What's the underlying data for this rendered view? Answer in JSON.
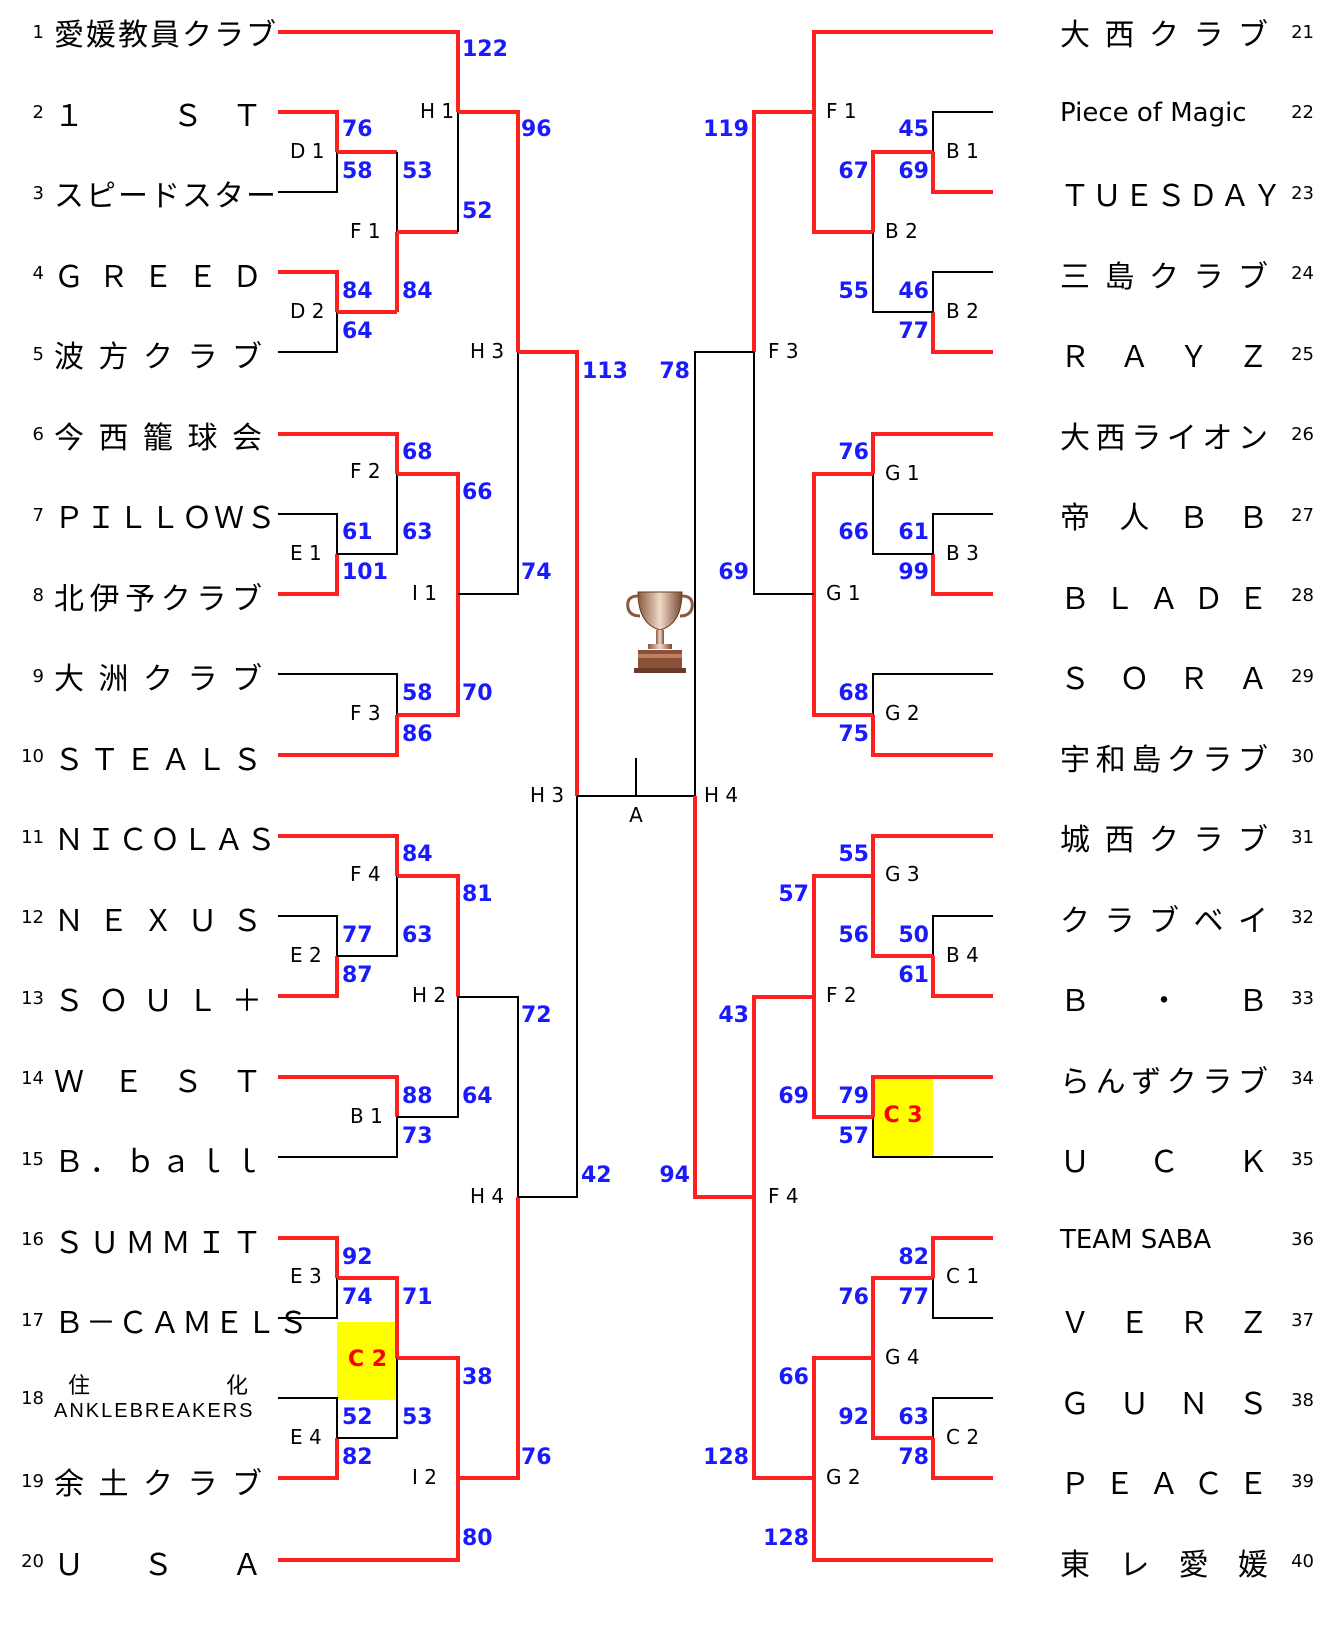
{
  "left_teams": [
    {
      "num": "1",
      "name": "愛媛教員クラブ"
    },
    {
      "num": "2",
      "name": "１　ＳＴ"
    },
    {
      "num": "3",
      "name": "スピードスター"
    },
    {
      "num": "4",
      "name": "ＧＲＥＥＤ"
    },
    {
      "num": "5",
      "name": "波方クラブ"
    },
    {
      "num": "6",
      "name": "今西籠球会"
    },
    {
      "num": "7",
      "name": "ＰＩＬＬＯＷＳ"
    },
    {
      "num": "8",
      "name": "北伊予クラブ"
    },
    {
      "num": "9",
      "name": "大洲クラブ"
    },
    {
      "num": "10",
      "name": "ＳＴＥＡＬＳ"
    },
    {
      "num": "11",
      "name": "ＮＩＣＯＬＡＳ"
    },
    {
      "num": "12",
      "name": "ＮＥＸＵＳ"
    },
    {
      "num": "13",
      "name": "ＳＯＵＬ＋"
    },
    {
      "num": "14",
      "name": "ＷＥＳＴ"
    },
    {
      "num": "15",
      "name": "Ｂ．ｂａｌｌ"
    },
    {
      "num": "16",
      "name": "ＳＵＭＭＩＴ"
    },
    {
      "num": "17",
      "name": "Ｂ－ＣＡＭＥＬＳ"
    },
    {
      "num": "18",
      "name_line1a": "住",
      "name_line1b": "化",
      "name_line2": "ANKLEBREAKERS"
    },
    {
      "num": "19",
      "name": "余土クラブ"
    },
    {
      "num": "20",
      "name": "ＵＳＡ"
    }
  ],
  "right_teams": [
    {
      "num": "21",
      "name": "大西クラブ"
    },
    {
      "num": "22",
      "name": "Piece of Magic"
    },
    {
      "num": "23",
      "name": "ＴＵＥＳＤＡＹ"
    },
    {
      "num": "24",
      "name": "三島クラブ"
    },
    {
      "num": "25",
      "name": "ＲＡＹＺ"
    },
    {
      "num": "26",
      "name": "大西ライオン"
    },
    {
      "num": "27",
      "name": "帝人ＢＢ"
    },
    {
      "num": "28",
      "name": "ＢＬＡＤＥ"
    },
    {
      "num": "29",
      "name": "ＳＯＲＡ"
    },
    {
      "num": "30",
      "name": "宇和島クラブ"
    },
    {
      "num": "31",
      "name": "城西クラブ"
    },
    {
      "num": "32",
      "name": "クラブベイ"
    },
    {
      "num": "33",
      "name": "Ｂ・Ｂ"
    },
    {
      "num": "34",
      "name": "らんずクラブ"
    },
    {
      "num": "35",
      "name": "ＵＣＫ"
    },
    {
      "num": "36",
      "name": "TEAM SABA"
    },
    {
      "num": "37",
      "name": "ＶＥＲＺ"
    },
    {
      "num": "38",
      "name": "ＧＵＮＳ"
    },
    {
      "num": "39",
      "name": "ＰＥＡＣＥ"
    },
    {
      "num": "40",
      "name": "東レ愛媛"
    }
  ],
  "court_labels": {
    "D1": "D 1",
    "D2": "D 2",
    "F1": "F 1",
    "H1": "H 1",
    "H3": "H 3",
    "F2": "F 2",
    "E1": "E 1",
    "I1": "I 1",
    "F3": "F 3",
    "F4": "F 4",
    "E2": "E 2",
    "H2": "H 2",
    "B1": "B 1",
    "H4": "H 4",
    "E3": "E 3",
    "C2": "C 2",
    "E4": "E 4",
    "I2": "I 2",
    "A": "A",
    "final_left": "H 3",
    "final_right": "H 4",
    "rF1": "F 1",
    "rB1": "B 1",
    "rB2a": "B 2",
    "rB2b": "B 2",
    "rF3": "F 3",
    "rG1a": "G 1",
    "rB3": "B 3",
    "rG1b": "G 1",
    "rG2a": "G 2",
    "rG3": "G 3",
    "rB4": "B 4",
    "rF2": "F 2",
    "rC3": "C 3",
    "rF4": "F 4",
    "rC1": "C 1",
    "rG4": "G 4",
    "rC2": "C 2",
    "rG2b": "G 2"
  },
  "scores": {
    "l_r1_1": "122",
    "l_r1_2": "76",
    "l_r1_3": "58",
    "l_r2_23": "53",
    "l_qf_top": "96",
    "l_r2_45a": "84",
    "l_r1_4": "84",
    "l_r1_5": "64",
    "l_qf_b": "52",
    "l_sf_top": "113",
    "l_r1_6": "68",
    "l_r2_67": "66",
    "l_r1_7": "61",
    "l_r2_78": "63",
    "l_r1_8": "101",
    "l_qf_c": "74",
    "l_r1_9": "58",
    "l_r2_910": "70",
    "l_r1_10": "86",
    "l_r1_11": "84",
    "l_r2_11": "81",
    "l_r1_12": "77",
    "l_r2_1213": "63",
    "l_r1_13": "87",
    "l_qf_d": "72",
    "l_r1_14": "88",
    "l_r2_1415": "64",
    "l_r1_15": "73",
    "l_sf_bot": "42",
    "l_r1_16": "92",
    "l_r1_17": "74",
    "l_r2_1617": "71",
    "l_r2_c2": "38",
    "l_r1_18": "52",
    "l_r2_1819": "53",
    "l_r1_19": "82",
    "l_qf_e": "76",
    "l_r1_20": "80",
    "r_qf_top": "119",
    "r_r1_22": "45",
    "r_r2_b2": "67",
    "r_r1_23": "69",
    "r_r2_2425": "55",
    "r_r1_24": "46",
    "r_r1_25": "77",
    "r_sf_top": "78",
    "r_r1_26": "76",
    "r_r2_2728": "66",
    "r_r1_27": "61",
    "r_r1_28": "99",
    "r_qf_b": "69",
    "r_r1_29": "68",
    "r_r1_30": "75",
    "r_r1_31": "55",
    "r_qf_c": "57",
    "r_r2_3233": "56",
    "r_r1_32": "50",
    "r_r1_33": "61",
    "r_sf_c": "43",
    "r_r1_34": "79",
    "r_qf_d": "69",
    "r_r1_35": "57",
    "r_sf_bot": "94",
    "r_r1_36": "82",
    "r_r2_3637": "76",
    "r_r1_37": "77",
    "r_qf_e": "66",
    "r_r2_3839": "92",
    "r_r1_38": "63",
    "r_r1_39": "78",
    "r_qf_f": "128",
    "r_r1_40": "128"
  },
  "colors": {
    "win": "#ff2020",
    "lose": "#000000",
    "score": "#1a1aff",
    "highlight": "#ffff00",
    "highlight_text": "#ff0000"
  },
  "icons": {
    "trophy": "trophy-icon"
  }
}
